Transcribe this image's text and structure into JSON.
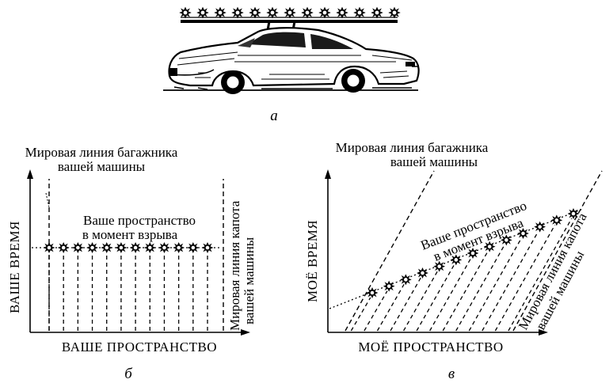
{
  "figure_a": {
    "caption": "а"
  },
  "panel_b": {
    "caption": "б",
    "top_label_line1": "Мировая линия багажника",
    "top_label_line2": "вашей машины",
    "space_label_line1": "Ваше пространство",
    "space_label_line2": "в момент взрыва",
    "side_label_line1": "Мировая линия капота",
    "side_label_line2": "вашей машины",
    "y_axis_label": "ВАШЕ ВРЕМЯ",
    "x_axis_label": "ВАШЕ ПРОСТРАНСТВО",
    "explosion_count": 12
  },
  "panel_c": {
    "caption": "в",
    "top_label_line1": "Мировая линия багажника",
    "top_label_line2": "вашей машины",
    "space_label_line1": "Ваше пространство",
    "space_label_line2": "в момент взрыва",
    "side_label_line1": "Мировая линия капота",
    "side_label_line2": "вашей машины",
    "y_axis_label": "МОЁ ВРЕМЯ",
    "x_axis_label": "МОЁ ПРОСТРАНСТВО",
    "explosion_count": 13
  }
}
